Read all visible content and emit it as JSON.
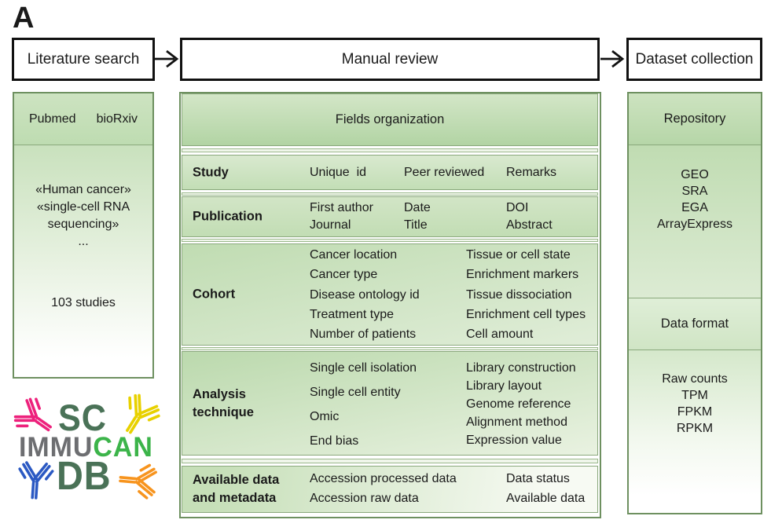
{
  "panel_label": "A",
  "flow": {
    "literature_label": "Literature search",
    "manual_label": "Manual review",
    "dataset_label": "Dataset collection"
  },
  "literature": {
    "sources": [
      "Pubmed",
      "bioRxiv"
    ],
    "keyword_lines": [
      "«Human cancer»",
      "«single-cell RNA",
      "sequencing»",
      "..."
    ],
    "studies_count": "103 studies"
  },
  "manual": {
    "header": "Fields organization",
    "study": {
      "label": "Study",
      "fields": [
        "Unique  id",
        "Peer reviewed",
        "Remarks"
      ]
    },
    "publication": {
      "label": "Publication",
      "col1": [
        "First author",
        "Journal"
      ],
      "col2": [
        "Date",
        "Title"
      ],
      "col3": [
        "DOI",
        "Abstract"
      ]
    },
    "cohort": {
      "label": "Cohort",
      "col1": [
        "Cancer location",
        "Cancer type",
        "Disease ontology id",
        "Treatment type",
        "Number of patients"
      ],
      "col2": [
        "Tissue or cell state",
        "Enrichment markers",
        "Tissue dissociation",
        "Enrichment cell types",
        "Cell amount"
      ]
    },
    "analysis": {
      "label_line1": "Analysis",
      "label_line2": "technique",
      "col1": [
        "Single cell isolation",
        "Single cell entity",
        "Omic",
        "End bias"
      ],
      "col2": [
        "Library construction",
        "Library layout",
        "Genome reference",
        "Alignment method",
        "Expression value"
      ]
    },
    "available": {
      "label_line1": "Available data",
      "label_line2": "and metadata",
      "col1": [
        "Accession processed data",
        "Accession raw data"
      ],
      "col2": [
        "Data status",
        "Available data"
      ]
    }
  },
  "dataset": {
    "repository_header": "Repository",
    "repositories": [
      "GEO",
      "SRA",
      "EGA",
      "ArrayExpress"
    ],
    "format_header": "Data format",
    "formats": [
      "Raw counts",
      "TPM",
      "FPKM",
      "RPKM"
    ]
  },
  "logo": {
    "sc": "SC",
    "immu": "IMMU",
    "can": "CAN",
    "db": "DB"
  },
  "colors": {
    "panel_border": "#6e9060",
    "section_border": "#8aa87c",
    "green_top": "#bedcb1",
    "green_header": "#b2d4a4",
    "logo_dark_green": "#4a7257",
    "logo_gray": "#6d6e71",
    "logo_bright_green": "#3cb44a",
    "antibody_pink": "#ed217c",
    "antibody_yellow": "#e8d100",
    "antibody_blue": "#2b59c3",
    "antibody_orange": "#f7941e"
  }
}
